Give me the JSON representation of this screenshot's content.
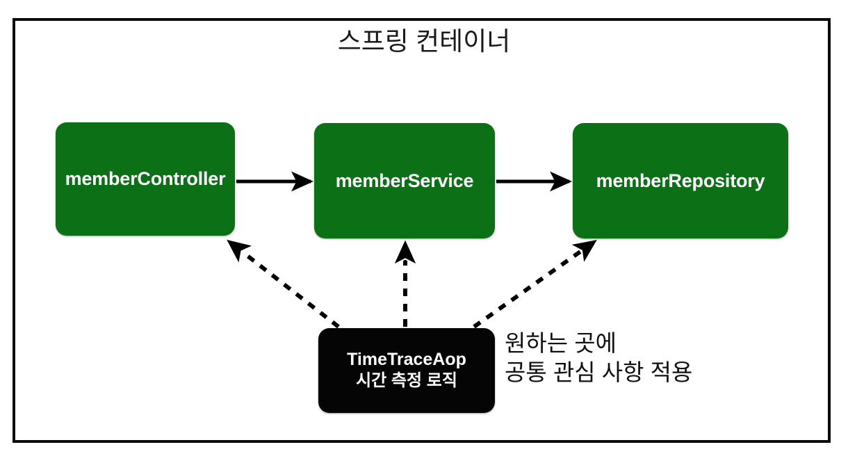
{
  "diagram": {
    "title": "스프링 컨테이너",
    "frame": {
      "border_color": "#0a0a0a",
      "background": "#ffffff"
    },
    "palette": {
      "bean_green": "#0b7016",
      "aop_black": "#050505",
      "text_white": "#ffffff",
      "text_black": "#111111",
      "arrow_black": "#000000"
    },
    "beans": [
      {
        "id": "memberController",
        "label": "memberController"
      },
      {
        "id": "memberService",
        "label": "memberService"
      },
      {
        "id": "memberRepository",
        "label": "memberRepository"
      }
    ],
    "aspect": {
      "title": "TimeTraceAop",
      "subtitle": "시간 측정 로직"
    },
    "note": {
      "line1": "원하는 곳에",
      "line2": "공통 관심 사항 적용"
    },
    "edges": [
      {
        "id": "controller-to-service",
        "from": "memberController",
        "to": "memberService",
        "style": "solid",
        "arrowhead": "filled"
      },
      {
        "id": "service-to-repository",
        "from": "memberService",
        "to": "memberRepository",
        "style": "solid",
        "arrowhead": "filled"
      },
      {
        "id": "aop-to-controller",
        "from": "TimeTraceAop",
        "to": "memberController",
        "style": "dashed",
        "arrowhead": "filled"
      },
      {
        "id": "aop-to-service",
        "from": "TimeTraceAop",
        "to": "memberService",
        "style": "dashed",
        "arrowhead": "filled"
      },
      {
        "id": "aop-to-repository",
        "from": "TimeTraceAop",
        "to": "memberRepository",
        "style": "dashed",
        "arrowhead": "filled"
      }
    ]
  }
}
